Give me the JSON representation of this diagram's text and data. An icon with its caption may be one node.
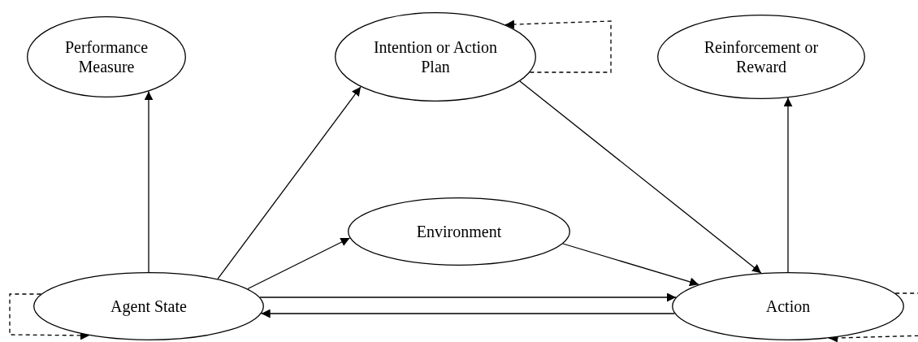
{
  "diagram": {
    "nodes": [
      {
        "text": [
          "Performance Measure"
        ]
      },
      {
        "text": [
          "Intention or Action Plan"
        ]
      },
      {
        "text": [
          "Reinforcement or Reward"
        ]
      },
      {
        "text": [
          "Environment"
        ]
      },
      {
        "text": [
          "Agent State"
        ]
      },
      {
        "text": [
          "Action"
        ]
      }
    ],
    "edges": [
      {
        "from": 4,
        "to": 0,
        "arrow": "to"
      },
      {
        "from": 4,
        "to": 1,
        "arrow": "to"
      },
      {
        "from": 4,
        "to": 3,
        "arrow": "to"
      },
      {
        "from": 4,
        "to": 5,
        "arrow": "to"
      },
      {
        "from": 5,
        "to": 4,
        "arrow": "to"
      },
      {
        "from": 1,
        "to": 5,
        "arrow": "to"
      },
      {
        "from": 3,
        "to": 5,
        "arrow": "to"
      },
      {
        "from": 5,
        "to": 2,
        "arrow": "to"
      },
      {
        "from": 1,
        "to": 1,
        "arrow": "to",
        "style": "dashed"
      },
      {
        "from": 4,
        "to": 4,
        "arrow": "to",
        "style": "dashed"
      },
      {
        "from": 5,
        "to": 5,
        "arrow": "to",
        "style": "dashed"
      }
    ]
  }
}
